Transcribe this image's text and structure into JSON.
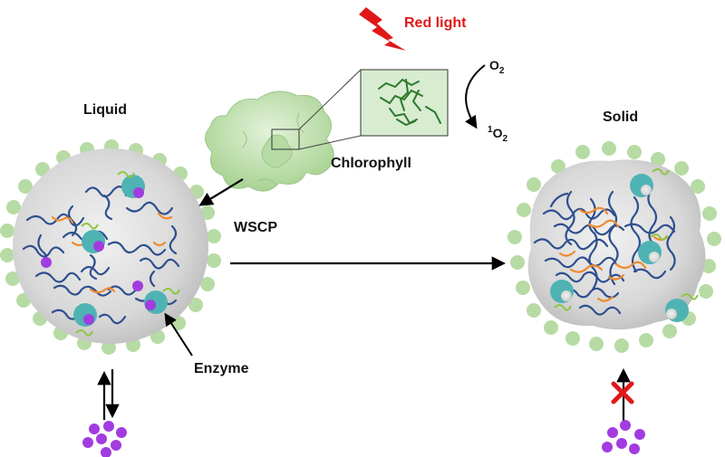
{
  "labels": {
    "red_light": "Red light",
    "o2_base": "O",
    "o2_sub": "2",
    "singlet_sup": "1",
    "singlet_base": "O",
    "singlet_sub": "2",
    "chlorophyll": "Chlorophyll",
    "wscp": "WSCP",
    "liquid": "Liquid",
    "solid": "Solid",
    "enzyme": "Enzyme"
  },
  "colors": {
    "green_bead": "#b7dba4",
    "droplet_fill": "#d9d9d9",
    "chain_blue": "#2e4f8f",
    "crosslink_orange": "#ef8a2e",
    "enzyme_teal": "#4fb3b4",
    "substrate_purple": "#a23ce0",
    "tag_green": "#8dc63f",
    "protein_green": "#c5e3b6",
    "chlorophyll_green": "#2d7a2d",
    "lightning_red": "#e01818",
    "block_cross_red": "#e01818"
  }
}
